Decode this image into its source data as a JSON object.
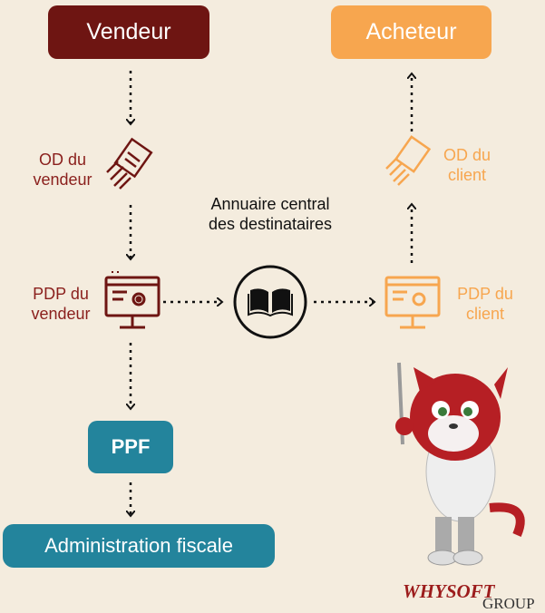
{
  "nodes": {
    "vendeur": "Vendeur",
    "acheteur": "Acheteur",
    "od_vendeur": "OD du vendeur",
    "pdp_vendeur": "PDP du vendeur",
    "annuaire": "Annuaire central des destinataires",
    "od_client": "OD du client",
    "pdp_client": "PDP du client",
    "ppf": "PPF",
    "administration": "Administration fiscale"
  },
  "logo": {
    "main": "WHYSOFT",
    "sub": "GROUP"
  },
  "colors": {
    "vendeur": "#6e1512",
    "acheteur": "#f7a64f",
    "ppf": "#23849c",
    "background": "#f4ecde"
  },
  "icons": [
    "document-send-icon",
    "computer-settings-icon",
    "book-icon",
    "mascot-cat-illustration"
  ]
}
